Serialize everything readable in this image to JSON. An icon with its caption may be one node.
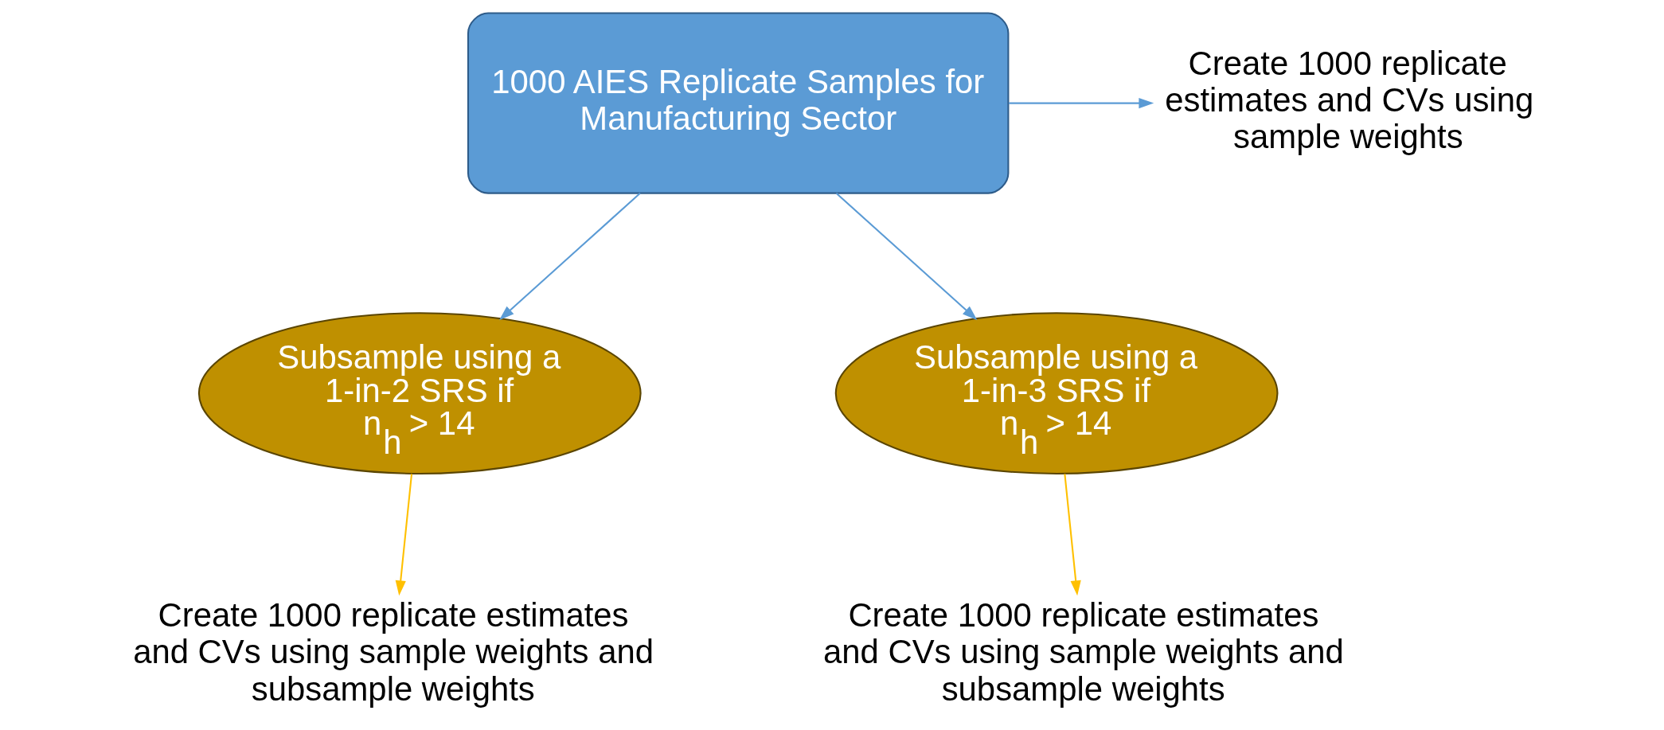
{
  "diagram": {
    "nodes": [
      {
        "text": [
          "1000 AIES Replicate Samples for Manufacturing Sector"
        ]
      },
      {
        "text": [
          "Create 1000 replicate estimates and CVs using sample weights"
        ]
      },
      {
        "text": [
          "Subsample using a 1-in-2 SRS if",
          "n$_{h}$ > 14"
        ]
      },
      {
        "text": [
          "Subsample using a 1-in-3 SRS if",
          "n$_{h}$ > 14"
        ]
      },
      {
        "text": [
          "Create 1000 replicate estimates and CVs using sample weights and subsample weights"
        ]
      },
      {
        "text": [
          "Create 1000 replicate estimates and CVs using sample weights and subsample weights"
        ]
      }
    ],
    "edges": [
      {
        "from": 0,
        "to": 1,
        "arrow": "to"
      },
      {
        "from": 0,
        "to": 2,
        "arrow": "to"
      },
      {
        "from": 0,
        "to": 3,
        "arrow": "to"
      },
      {
        "from": 2,
        "to": 4,
        "arrow": "to",
        "color": "#ffc000"
      },
      {
        "from": 3,
        "to": 5,
        "arrow": "to",
        "color": "#ffc000"
      }
    ]
  }
}
